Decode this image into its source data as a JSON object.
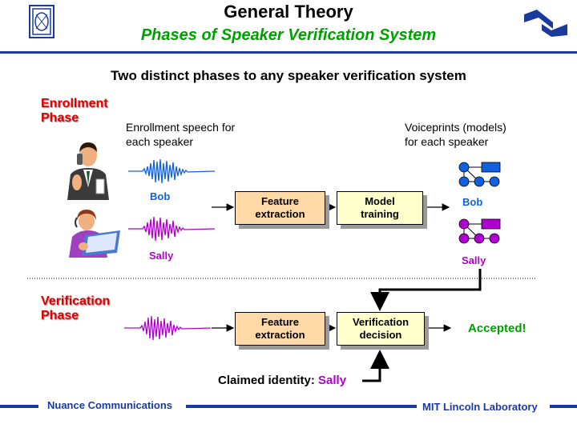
{
  "header": {
    "title": "General Theory",
    "subtitle": "Phases of Speaker Verification System",
    "headline": "Two distinct phases to any speaker verification  system"
  },
  "enrollment": {
    "phase_label_line1": "Enrollment",
    "phase_label_line2": "Phase",
    "speech_label_line1": "Enrollment speech for",
    "speech_label_line2": "each speaker",
    "voiceprints_label_line1": "Voiceprints (models)",
    "voiceprints_label_line2": "for each speaker",
    "speaker_bob": "Bob",
    "speaker_sally": "Sally",
    "model_bob": "Bob",
    "model_sally": "Sally",
    "feature_box_line1": "Feature",
    "feature_box_line2": "extraction",
    "model_box_line1": "Model",
    "model_box_line2": "training"
  },
  "verification": {
    "phase_label_line1": "Verification",
    "phase_label_line2": "Phase",
    "feature_box_line1": "Feature",
    "feature_box_line2": "extraction",
    "decision_box_line1": "Verification",
    "decision_box_line2": "decision",
    "result": "Accepted!",
    "claimed_prefix": "Claimed identity:",
    "claimed_name": "Sally"
  },
  "footer": {
    "left": "Nuance Communications",
    "right": "MIT Lincoln Laboratory"
  },
  "colors": {
    "accent_blue": "#1a3aa0",
    "title_green": "#00a000",
    "phase_red": "#e00000",
    "bob_blue": "#1060e0",
    "sally_purple": "#b000d0"
  }
}
